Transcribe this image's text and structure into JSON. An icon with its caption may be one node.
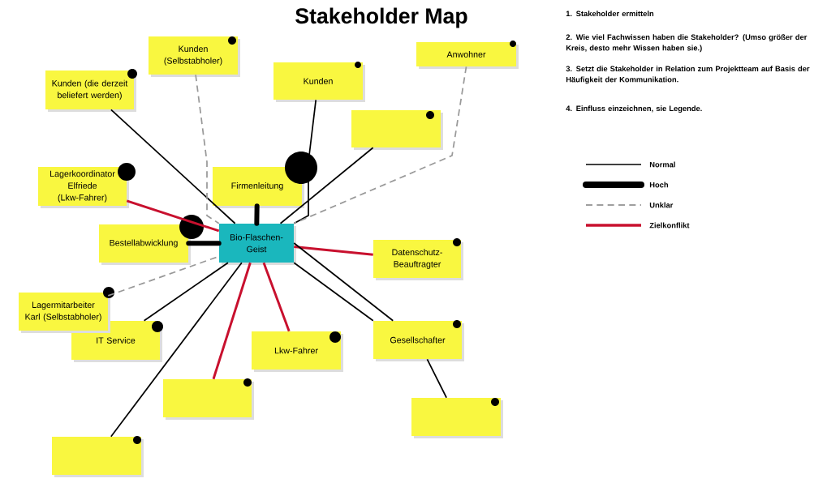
{
  "diagram": {
    "title": "Stakeholder Map",
    "nodes": [
      {
        "text": [
          "Kunden (Selbstabholer)"
        ]
      },
      {
        "text": [
          "Anwohner"
        ]
      },
      {
        "text": [
          "Kunden (die derzeit beliefert werden)"
        ]
      },
      {
        "text": [
          "Kunden"
        ]
      },
      {
        "text": [],
        "shape": "box"
      },
      {
        "text": [
          "Lagerkoordinator Elfriede (Lkw-Fahrer)"
        ]
      },
      {
        "text": [
          "Firmenleitung"
        ]
      },
      {
        "text": [
          "Bio-Flaschen-Geist"
        ]
      },
      {
        "text": [
          "Bestellabwicklung"
        ]
      },
      {
        "text": [
          "Datenschutz-Beauftragter"
        ]
      },
      {
        "text": [
          "Lagermitarbeiter Karl (Selbstabholer)"
        ]
      },
      {
        "text": [
          "IT Service"
        ]
      },
      {
        "text": [
          "Lkw-Fahrer"
        ]
      },
      {
        "text": [
          "Gesellschafter"
        ]
      },
      {
        "text": [],
        "shape": "box"
      },
      {
        "text": [],
        "shape": "box"
      },
      {
        "text": [],
        "shape": "box"
      }
    ],
    "edges": [
      {
        "from": 2,
        "to": 7,
        "arrow": "none"
      },
      {
        "from": 0,
        "to": 7,
        "arrow": "none",
        "style": "dashed",
        "color": "#999999"
      },
      {
        "from": 3,
        "to": 7,
        "arrow": "none"
      },
      {
        "from": 6,
        "to": 7,
        "arrow": "none",
        "style": "thick"
      },
      {
        "from": 5,
        "to": 7,
        "arrow": "none",
        "color": "#c8102e"
      },
      {
        "from": 8,
        "to": 7,
        "arrow": "none",
        "style": "thick"
      },
      {
        "from": 1,
        "to": 7,
        "arrow": "none",
        "style": "dashed",
        "color": "#999999"
      },
      {
        "from": 4,
        "to": 7,
        "arrow": "none"
      },
      {
        "from": 9,
        "to": 7,
        "arrow": "none",
        "color": "#c8102e"
      },
      {
        "from": 10,
        "to": 7,
        "arrow": "none",
        "style": "dashed",
        "color": "#999999"
      },
      {
        "from": 11,
        "to": 7,
        "arrow": "none"
      },
      {
        "from": 16,
        "to": 7,
        "arrow": "none"
      },
      {
        "from": 14,
        "to": 7,
        "arrow": "none",
        "color": "#c8102e"
      },
      {
        "from": 12,
        "to": 7,
        "arrow": "none",
        "color": "#c8102e"
      },
      {
        "from": 7,
        "to": 13,
        "arrow": "none"
      },
      {
        "from": 7,
        "to": 13,
        "arrow": "none"
      },
      {
        "from": 13,
        "to": 15,
        "arrow": "none"
      }
    ],
    "labels": [
      "1. Stakeholder ermitteln",
      "2. Wie viel Fachwissen haben die Stakeholder? (Umso größer der Kreis, desto mehr Wissen haben sie.)",
      "3. Setzt die Stakeholder in Relation zum Projektteam auf Basis der Häufigkeit der Kommunikation.",
      "4. Einfluss einzeichnen, sie Legende."
    ],
    "legend": [
      {
        "text": "Normal"
      },
      {
        "text": "Hoch"
      },
      {
        "text": "Unklar"
      },
      {
        "text": "Zielkonflikt"
      }
    ]
  }
}
